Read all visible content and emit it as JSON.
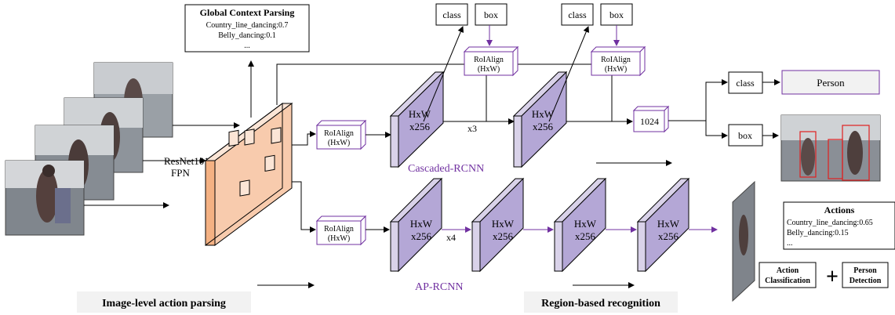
{
  "global_context": {
    "title": "Global Context Parsing",
    "lines": [
      "Country_line_dancing:0.7",
      "Belly_dancing:0.1",
      "..."
    ]
  },
  "backbone_label": [
    "ResNet101",
    "FPN"
  ],
  "roi_label": [
    "RoIAlign",
    "(HxW)"
  ],
  "feature_label": [
    "HxW",
    "x256"
  ],
  "class_label": "class",
  "box_label": "box",
  "fc_label": "1024",
  "x3_label": "x3",
  "x4_label": "x4",
  "cascaded_label": "Cascaded-RCNN",
  "ap_label": "AP-RCNN",
  "person_label": "Person",
  "actions": {
    "title": "Actions",
    "lines": [
      "Country_line_dancing:0.65",
      "Belly_dancing:0.15",
      "..."
    ]
  },
  "action_classification": [
    "Action",
    "Classification"
  ],
  "plus_symbol": "+",
  "person_detection": [
    "Person",
    "Detection"
  ],
  "image_level_label": "Image-level action parsing",
  "region_based_label": "Region-based recognition",
  "colors": {
    "purple": "#7030a0",
    "feature_front": "#b4a7d6",
    "feature_side": "#d9d2e9",
    "backbone_front": "#f4b183",
    "backbone_side": "#fbe5d6",
    "photo_bg": "#8a8f96",
    "red_box": "#e02020"
  }
}
